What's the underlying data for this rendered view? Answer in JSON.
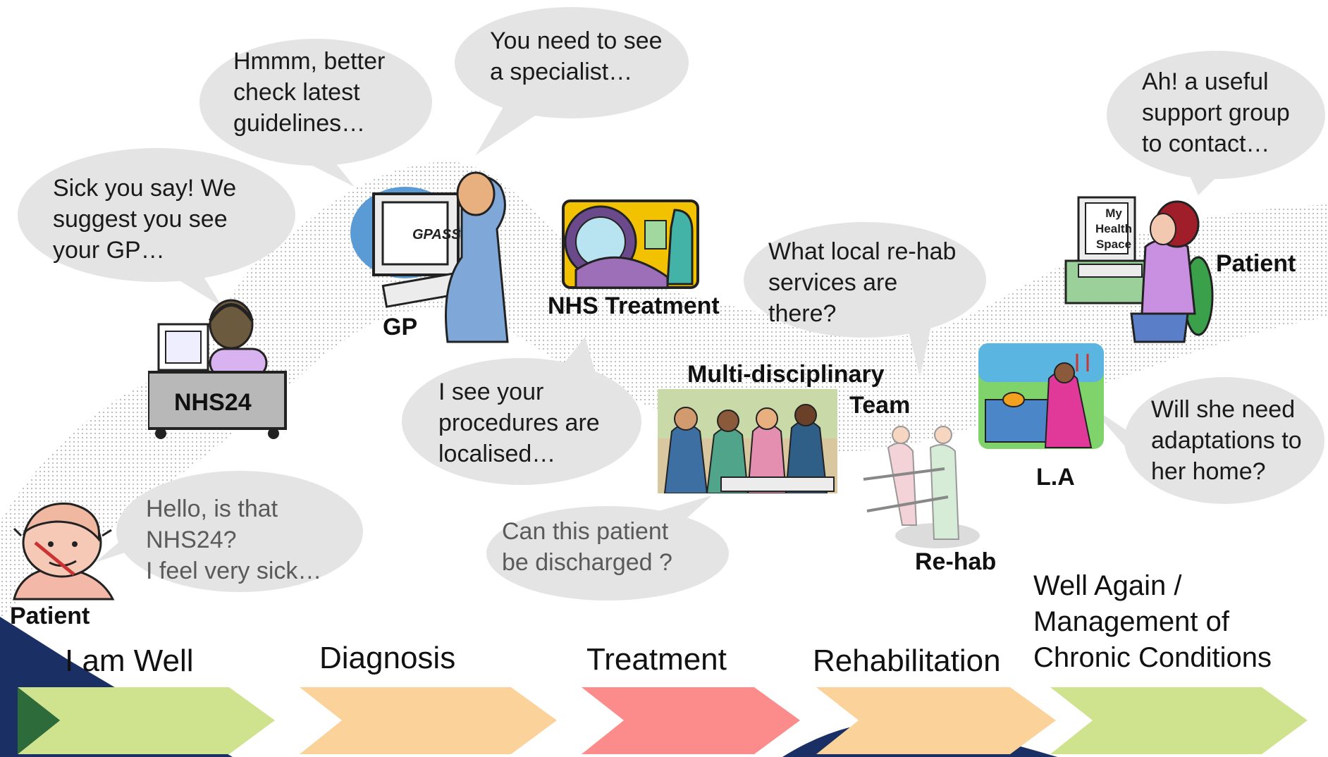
{
  "bubbles": {
    "patient_call": "Hello, is that\nNHS24?\nI feel very sick…",
    "nhs24": "Sick you say!  We\nsuggest you see\nyour GP…",
    "gp_check": "Hmmm, better\ncheck latest\nguidelines…",
    "gp_specialist": "You need to see\na specialist…",
    "procedures": "I see your\nprocedures are\nlocalised…",
    "discharge": "Can this patient\nbe discharged ?",
    "rehab_services": "What local re-hab\nservices are\nthere?",
    "adaptations": "Will she need\nadaptations to\nher home?",
    "support_group": "Ah! a useful\nsupport group\nto contact…"
  },
  "labels": {
    "patient_left": "Patient",
    "nhs24": "NHS24",
    "gp": "GP",
    "gpass": "GPASS",
    "nhs_treatment": "NHS Treatment",
    "mdt": "Multi-disciplinary",
    "team": "Team",
    "rehab": "Re-hab",
    "la": "L.A",
    "patient_right": "Patient",
    "my_health_space": "My\nHealth\nSpace"
  },
  "stages": [
    {
      "label": "I am Well",
      "color": "#cfe38e"
    },
    {
      "label": "Diagnosis",
      "color": "#fbd39a"
    },
    {
      "label": "Treatment",
      "color": "#fc8b8b"
    },
    {
      "label": "Rehabilitation",
      "color": "#fbd39a"
    },
    {
      "label": "Well Again /\nManagement of\nChronic Conditions",
      "color": "#cfe38e"
    }
  ],
  "colors": {
    "bubble": "#e4e4e4",
    "navy": "#1a2f63",
    "green_dark": "#2e6b3a"
  }
}
